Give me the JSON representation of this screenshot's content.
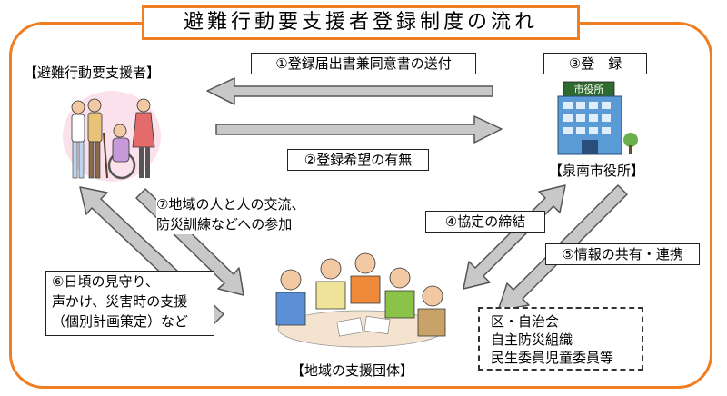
{
  "title": "避難行動要支援者登録制度の流れ",
  "labels": {
    "person": "【避難行動要支援者】",
    "city_hall": "【泉南市役所】",
    "group": "【地域の支援団体】",
    "building_sign": "市役所"
  },
  "steps": {
    "s1": "①登録届出書兼同意書の送付",
    "s2": "②登録希望の有無",
    "s3": "③登　録",
    "s4": "④協定の締結",
    "s5": "⑤情報の共有・連携",
    "s6": [
      "⑥日頃の見守り、",
      "声かけ、災害時の支援",
      "（個別計画策定）など"
    ],
    "s7": [
      "⑦地域の人と人の交流、",
      "防災訓練などへの参加"
    ]
  },
  "orgs": [
    "区・自治会",
    "自主防災組織",
    "民生委員児童委員等"
  ],
  "colors": {
    "frame": "#ef7d22",
    "arrow_fill": "#c8c8c8",
    "arrow_stroke": "#555555"
  }
}
